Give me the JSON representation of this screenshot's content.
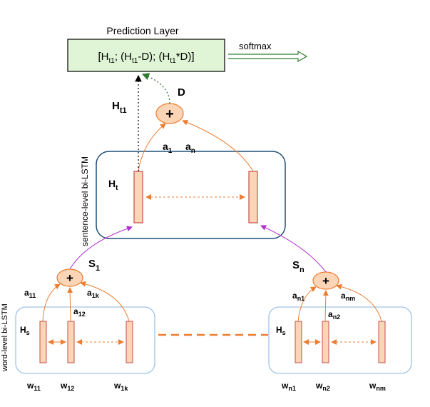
{
  "prediction_layer": {
    "title": "Prediction Layer",
    "content": {
      "H": "H",
      "t1": "t1",
      "part1_close": ";",
      "part2_open": " (H",
      "part2_close": "-D);",
      "part3_open": " (H",
      "part3_close": "*D)]",
      "open": "["
    },
    "output_label": "softmax"
  },
  "sentence_level": {
    "side_label": "sentence-level bi-LSTM",
    "hidden_label": {
      "H": "H",
      "sub": "t"
    },
    "output_label": {
      "H": "H",
      "sub": "t1"
    },
    "attention_label": "D",
    "attn_weights": [
      {
        "a": "a",
        "sub": "1"
      },
      {
        "a": "a",
        "sub": "n"
      }
    ]
  },
  "word_level": {
    "side_label": "word-level bi-LSTM",
    "left": {
      "sentence_vector": {
        "S": "S",
        "sub": "1"
      },
      "hidden_label": {
        "H": "H",
        "sub": "s"
      },
      "attn_weights": [
        {
          "a": "a",
          "sub": "11"
        },
        {
          "a": "a",
          "sub": "12"
        },
        {
          "a": "a",
          "sub": "1k"
        }
      ],
      "words": [
        {
          "w": "w",
          "sub": "11"
        },
        {
          "w": "w",
          "sub": "12"
        },
        {
          "w": "w",
          "sub": "1k"
        }
      ]
    },
    "right": {
      "sentence_vector": {
        "S": "S",
        "sub": "n"
      },
      "hidden_label": {
        "H": "H",
        "sub": "s"
      },
      "attn_weights": [
        {
          "a": "a",
          "sub": "n1"
        },
        {
          "a": "a",
          "sub": "n2"
        },
        {
          "a": "a",
          "sub": "nm"
        }
      ],
      "words": [
        {
          "w": "w",
          "sub": "n1"
        },
        {
          "w": "w",
          "sub": "n2"
        },
        {
          "w": "w",
          "sub": "nm"
        }
      ]
    }
  },
  "operator_symbol": "+",
  "colors": {
    "prediction_fill": "#dff5d5",
    "sentence_border": "#1f4e79",
    "word_border": "#9dc3e6",
    "cell_fill": "#fbd5b5",
    "cell_border": "#c0504d",
    "orange": "#ed7d31",
    "purple": "#b02fd0",
    "green": "#2e7d32"
  }
}
